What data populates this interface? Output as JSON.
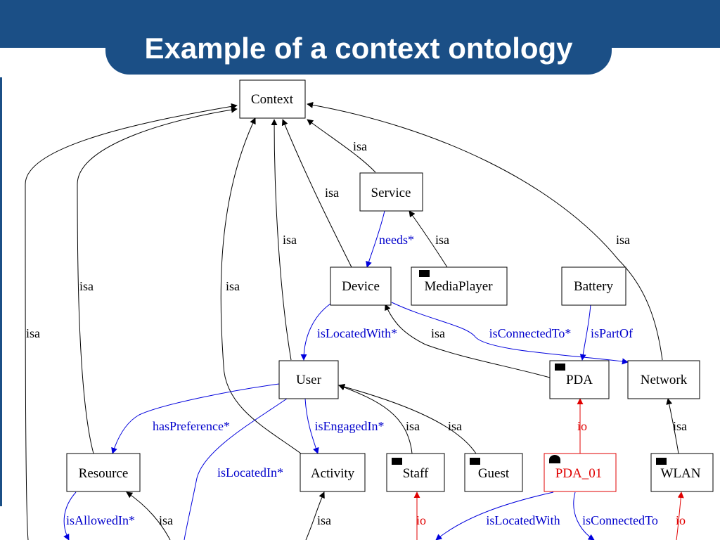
{
  "slide": {
    "title": "Example of a context ontology"
  },
  "colors": {
    "header": "#1b4f86",
    "isa": "#000000",
    "relation": "#0000dd",
    "instance": "#e00000"
  },
  "nodes": {
    "context": "Context",
    "service": "Service",
    "device": "Device",
    "mediaplayer": "MediaPlayer",
    "battery": "Battery",
    "user": "User",
    "pda": "PDA",
    "network": "Network",
    "resource": "Resource",
    "activity": "Activity",
    "staff": "Staff",
    "guest": "Guest",
    "pda01": "PDA_01",
    "wlan": "WLAN"
  },
  "edge_labels": {
    "isa": "isa",
    "io": "io",
    "needs": "needs*",
    "isLocatedWith_star": "isLocatedWith*",
    "isConnectedTo_star": "isConnectedTo*",
    "isPartOf": "isPartOf",
    "hasPreference": "hasPreference*",
    "isEngagedIn": "isEngagedIn*",
    "isLocatedIn": "isLocatedIn*",
    "isAllowedIn": "isAllowedIn*",
    "isLocatedWith": "isLocatedWith",
    "isConnectedTo": "isConnectedTo"
  }
}
